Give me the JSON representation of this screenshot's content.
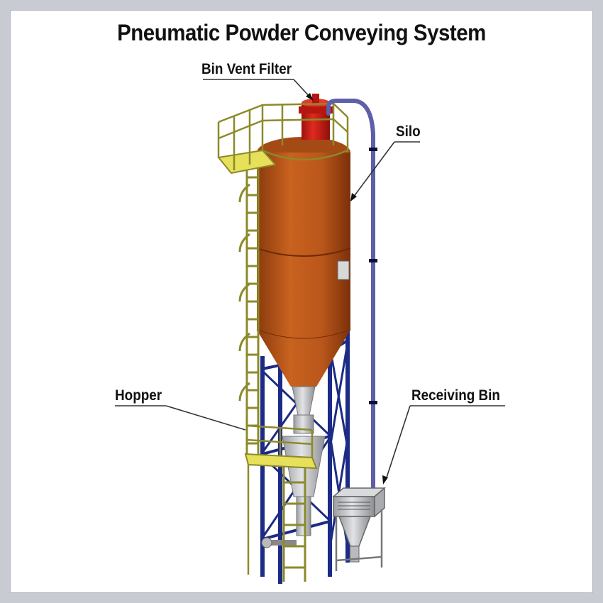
{
  "diagram": {
    "title": "Pneumatic Powder Conveying System",
    "labels": {
      "bin_vent_filter": "Bin Vent Filter",
      "silo": "Silo",
      "hopper": "Hopper",
      "receiving_bin": "Receiving Bin"
    },
    "colors": {
      "silo": "#b8561c",
      "vent_filter": "#cc1f17",
      "frame": "#1c2b86",
      "platform": "#e6e05a",
      "conveying_line": "#5d5fa8",
      "hopper": "#c8c9cc"
    }
  }
}
